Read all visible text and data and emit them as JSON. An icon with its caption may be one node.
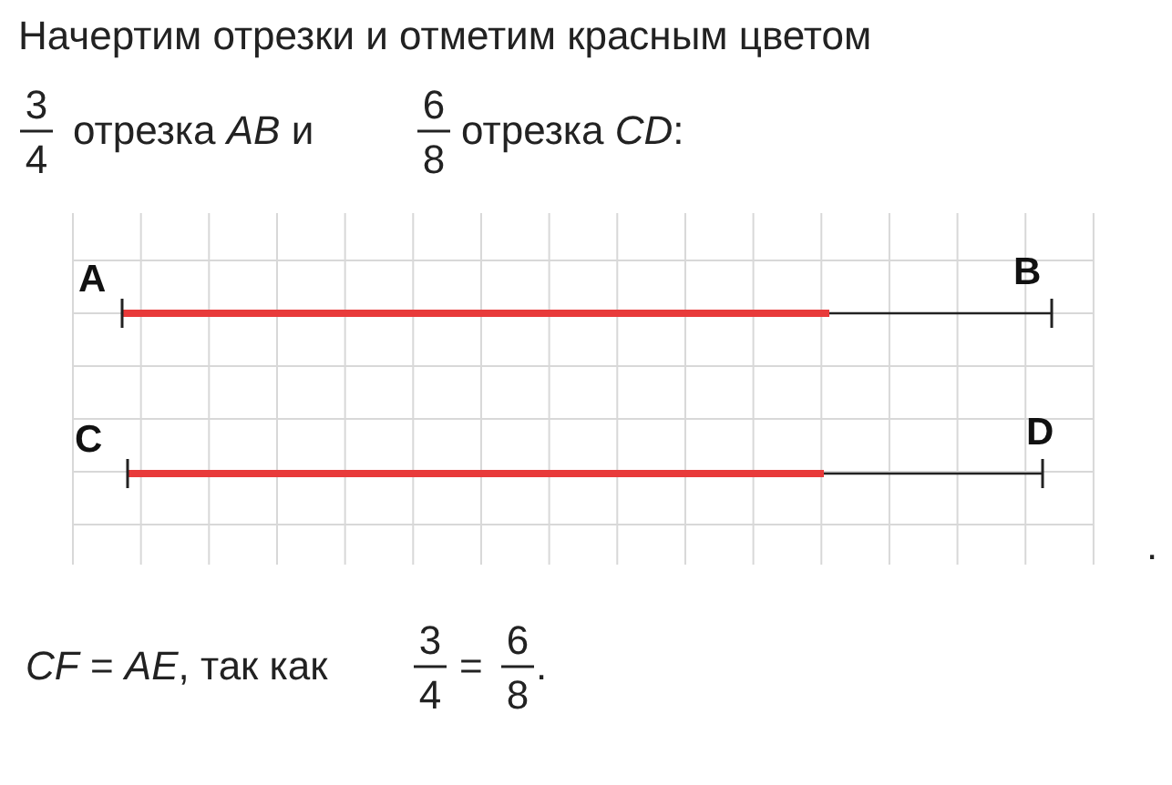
{
  "diagram": {
    "labels": [
      "Начертим отрезки и отметим красным цветом",
      "3",
      "4",
      "отрезка *AB* и",
      "6",
      "8",
      "отрезка *CD*:",
      "A",
      "B",
      "C",
      "D",
      ".",
      "*CF* = *AE*, так как",
      "3",
      "4",
      "=",
      "6",
      "8",
      "."
    ]
  }
}
